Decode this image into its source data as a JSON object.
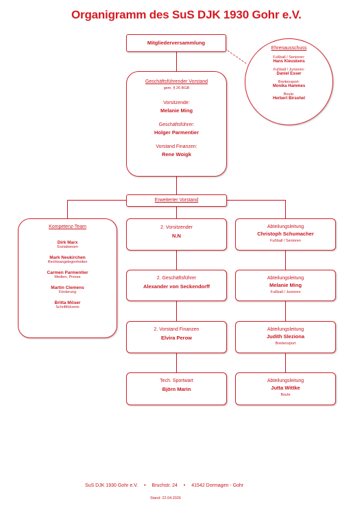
{
  "title": "Organigramm des SuS DJK 1930 Gohr e.V.",
  "mitglieder": "Mitgliederversammlung",
  "ehren": {
    "title": "Ehrenausschuss",
    "entries": [
      {
        "role": "Fußball / Senioren:",
        "name": "Hans Kleuskens"
      },
      {
        "role": "Fußball / Junioren:",
        "name": "Daniel Esser"
      },
      {
        "role": "Breitensport:",
        "name": "Monika Hammes"
      },
      {
        "role": "Boule:",
        "name": "Herbert Birsohel"
      }
    ]
  },
  "vorstand": {
    "title": "Geschäftsführender Vorstand",
    "subtitle": "gem. § 26 BGB",
    "entries": [
      {
        "role": "Vorsitzende:",
        "name": "Melanie Ming"
      },
      {
        "role": "Geschäftsführer:",
        "name": "Holger Parmentier"
      },
      {
        "role": "Vorstand Finanzen:",
        "name": "Rene Woigk"
      }
    ]
  },
  "erweitert": "Erweiterter Vorstand",
  "kompetenz": {
    "title": "Kompetenz-Team",
    "members": [
      {
        "name": "Dirk Marx",
        "area": "Sozialwesen"
      },
      {
        "name": "Mark Neukirchen",
        "area": "Rechtsangelegenheiten"
      },
      {
        "name": "Carmen Parmentier",
        "area": "Medien, Presse"
      },
      {
        "name": "Martin Clemens",
        "area": "Förderung"
      },
      {
        "name": "Britta Möser",
        "area": "Schriftführerin"
      }
    ]
  },
  "middle": [
    {
      "role": "2. Vorsitzender",
      "name": "N.N"
    },
    {
      "role": "2. Geschäftsführer",
      "name": "Alexander von Seckendorff"
    },
    {
      "role": "2. Vorstand Finanzen",
      "name": "Elvira Perow"
    },
    {
      "role": "Tech. Sportwart",
      "name": "Björn Marin"
    }
  ],
  "right": [
    {
      "role": "Abteilungsleitung",
      "name": "Christoph Schumacher",
      "dept": "Fußball / Senioren"
    },
    {
      "role": "Abteilungsleitung",
      "name": "Melanie Ming",
      "dept": "Fußball / Junioren"
    },
    {
      "role": "Abteilungsleitung",
      "name": "Judith Sleziona",
      "dept": "Breitensport"
    },
    {
      "role": "Abteilungsleitung",
      "name": "Jutta Wittke",
      "dept": "Boule"
    }
  ],
  "footer": {
    "club": "SuS DJK 1930 Gohr e.V.",
    "street": "Bruchstr. 24",
    "city": "41542 Dormagen - Gohr",
    "bullet": "•",
    "stand": "Stand: 22.04.2026"
  },
  "colors": {
    "accent": "#d71920",
    "line": "#c8141e"
  }
}
